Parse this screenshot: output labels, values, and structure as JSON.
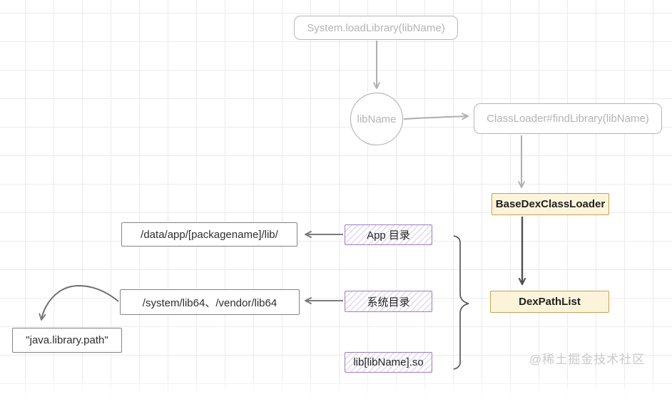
{
  "diagram": {
    "title_hint": "Android System.loadLibrary native library loading flow",
    "nodes": {
      "systemLoadLibrary": "System.loadLibrary(libName)",
      "libName": "libName",
      "classLoaderFindLibrary": "ClassLoader#findLibrary(libName)",
      "baseDexClassLoader": "BaseDexClassLoader",
      "dexPathList": "DexPathList",
      "dataAppLibPath": "/data/app/[packagename]/lib/",
      "appDirLabel": "App 目录",
      "systemLibPath": "/system/lib64、/vendor/lib64",
      "systemDirLabel": "系统目录",
      "javaLibraryPath": "\"java.library.path\"",
      "libSoPattern": "lib[libName].so"
    },
    "watermark": "@稀土掘金技术社区",
    "colors": {
      "faded_stroke": "#b5b5b5",
      "gray_box_border": "#848484",
      "dark_arrow": "#4f4f4f",
      "mid_arrow": "#7a7a7a",
      "light_arrow": "#aeaeae",
      "yellow_fill": "#fbf4da",
      "yellow_border": "#c6a050",
      "purple_border": "#9c7dc6",
      "purple_hatch": "#d8cdec",
      "grid_line": "#ebebef",
      "watermark_text": "#cacaca",
      "text_dark": "#1f1f1f"
    }
  }
}
